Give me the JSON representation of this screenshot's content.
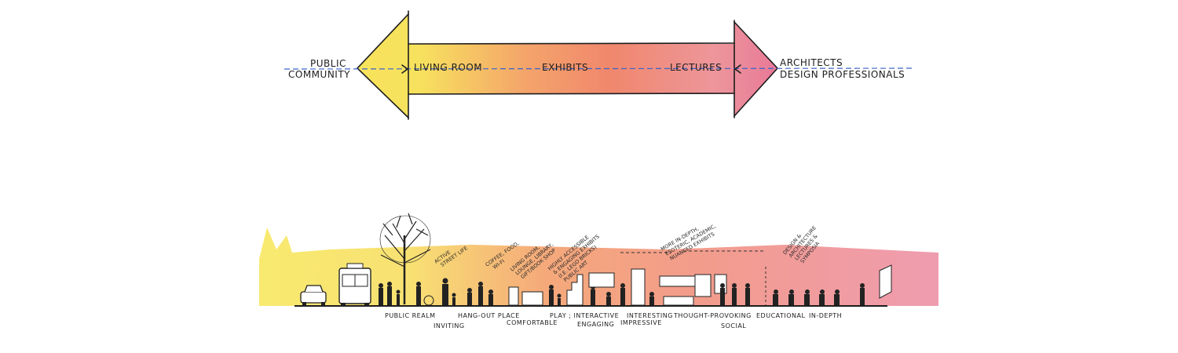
{
  "top_arrow": {
    "left_labels": [
      "PUBLIC",
      "COMMUNITY"
    ],
    "right_labels": [
      "ARCHITECTS",
      "DESIGN PROFESSIONALS"
    ],
    "segments": [
      "LIVING ROOM",
      "EXHIBITS",
      "LECTURES"
    ],
    "colors": {
      "yellow": "#f7e04a",
      "orange": "#f0805a",
      "pink": "#e86a8a",
      "dash": "#3a63c9"
    }
  },
  "section": {
    "labels_row1": [
      "PUBLIC REALM",
      "HANG-OUT PLACE",
      "PLAY ; INTERACTIVE",
      "INTERESTING",
      "THOUGHT-PROVOKING",
      "EDUCATIONAL",
      "IN-DEPTH"
    ],
    "labels_row2": [
      "INVITING",
      "COMFORTABLE",
      "ENGAGING",
      "IMPRESSIVE",
      "SOCIAL"
    ],
    "notes": [
      [
        "ACTIVE",
        "STREET LIFE"
      ],
      [
        "COFFEE, FOOD,",
        "WI-FI"
      ],
      [
        "LIVING ROOM,",
        "LOUNGE, LIBRARY,",
        "GIFT/BOOK SHOP"
      ],
      [
        "HIGHLY ACCESSIBLE",
        "& ENGAGING EXHIBITS",
        "(I.E. LEGO BRICKS)",
        "PUBLIC ART"
      ],
      [
        "MORE IN-DEPTH,",
        "ESOTERIC, ACADEMIC,",
        "NUANCED EXHIBITS"
      ],
      [
        "DESIGN &",
        "ARCHITECTURE",
        "LECTURES &",
        "SYMPOSIA"
      ]
    ]
  }
}
